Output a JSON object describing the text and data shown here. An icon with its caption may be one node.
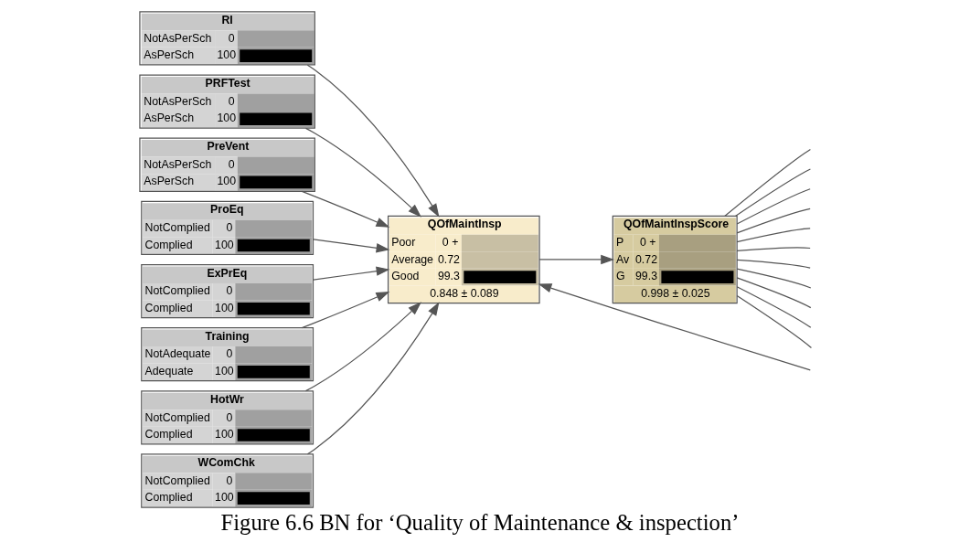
{
  "diagram": {
    "caption": "Figure 6.6 BN for ‘Quality of Maintenance & inspection’",
    "nodes": [
      {
        "text": [
          "RI",
          "NotAsPerSch",
          "0",
          "AsPerSch",
          "100"
        ]
      },
      {
        "text": [
          "PRFTest",
          "NotAsPerSch",
          "0",
          "AsPerSch",
          "100"
        ]
      },
      {
        "text": [
          "PreVent",
          "NotAsPerSch",
          "0",
          "AsPerSch",
          "100"
        ]
      },
      {
        "text": [
          "ProEq",
          "NotComplied",
          "0",
          "Complied",
          "100"
        ]
      },
      {
        "text": [
          "ExPrEq",
          "NotComplied",
          "0",
          "Complied",
          "100"
        ]
      },
      {
        "text": [
          "Training",
          "NotAdequate",
          "0",
          "Adequate",
          "100"
        ]
      },
      {
        "text": [
          "HotWr",
          "NotComplied",
          "0",
          "Complied",
          "100"
        ]
      },
      {
        "text": [
          "WComChk",
          "NotComplied",
          "0",
          "Complied",
          "100"
        ]
      },
      {
        "text": [
          "QOfMaintInsp",
          "Poor",
          "0 +",
          "Average",
          "0.72",
          "Good",
          "99.3",
          "0.848 ± 0.089"
        ]
      },
      {
        "text": [
          "QOfMaintInspScore",
          "P",
          "0 +",
          "Av",
          "0.72",
          "G",
          "99.3",
          "0.998 ± 0.025"
        ]
      }
    ],
    "edges": [
      {
        "from": 0,
        "to": 8,
        "arrow": "to"
      },
      {
        "from": 1,
        "to": 8,
        "arrow": "to"
      },
      {
        "from": 2,
        "to": 8,
        "arrow": "to"
      },
      {
        "from": 3,
        "to": 8,
        "arrow": "to"
      },
      {
        "from": 4,
        "to": 8,
        "arrow": "to"
      },
      {
        "from": 5,
        "to": 8,
        "arrow": "to"
      },
      {
        "from": 6,
        "to": 8,
        "arrow": "to"
      },
      {
        "from": 7,
        "to": 8,
        "arrow": "to"
      },
      {
        "from": 8,
        "to": 9,
        "arrow": "to"
      },
      {
        "from": null,
        "to": 8,
        "arrow": "to"
      },
      {
        "from": null,
        "to": 9,
        "arrow": "none"
      },
      {
        "from": 9,
        "to": null,
        "arrow": "none"
      },
      {
        "from": 9,
        "to": null,
        "arrow": "none"
      },
      {
        "from": 9,
        "to": null,
        "arrow": "none"
      },
      {
        "from": 9,
        "to": null,
        "arrow": "none"
      },
      {
        "from": 9,
        "to": null,
        "arrow": "none"
      },
      {
        "from": 9,
        "to": null,
        "arrow": "none"
      },
      {
        "from": 9,
        "to": null,
        "arrow": "none"
      },
      {
        "from": 9,
        "to": null,
        "arrow": "none"
      },
      {
        "from": 9,
        "to": null,
        "arrow": "none"
      },
      {
        "from": 9,
        "to": null,
        "arrow": "none"
      }
    ]
  }
}
